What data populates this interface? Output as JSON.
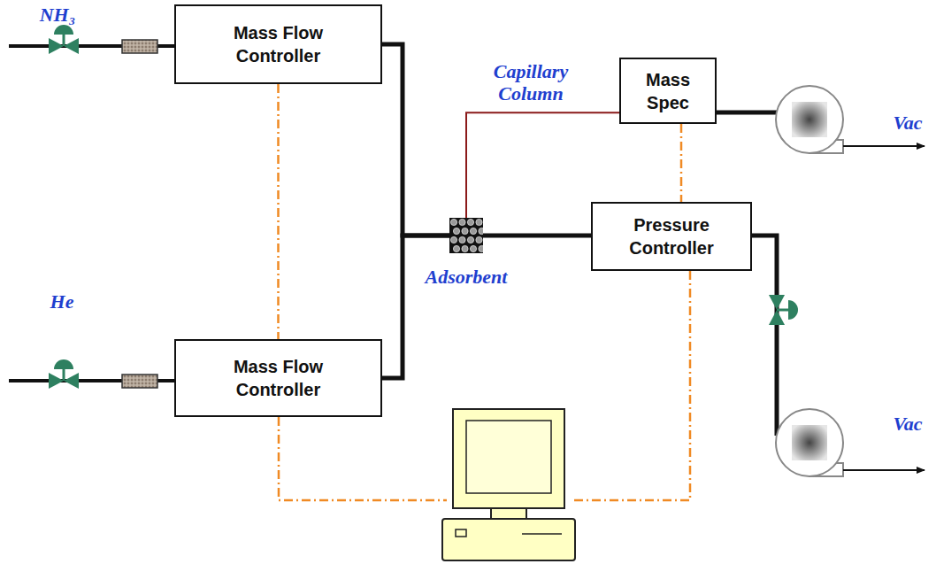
{
  "diagram": {
    "nodes": [
      {
        "text": [
          "Mass Flow Controller"
        ]
      },
      {
        "text": [
          "Mass Spec"
        ]
      },
      {
        "text": [
          "Adsorbent"
        ]
      },
      {
        "text": [
          "Pressure Controller"
        ]
      },
      {
        "text": [
          "Mass Flow Controller"
        ]
      }
    ],
    "edges": [
      {
        "from": 0,
        "to": 2,
        "arrow": "none"
      },
      {
        "from": 4,
        "to": 2,
        "arrow": "none"
      },
      {
        "from": 2,
        "to": 3,
        "arrow": "none"
      },
      {
        "from": 2,
        "to": 1,
        "arrow": "none",
        "label": "Capillary Column"
      },
      {
        "from": 0,
        "to": 4,
        "arrow": "none"
      },
      {
        "from": 1,
        "to": 3,
        "arrow": "none"
      }
    ],
    "labels": [
      "NH₃",
      "He",
      "Vac",
      "Vac"
    ]
  }
}
